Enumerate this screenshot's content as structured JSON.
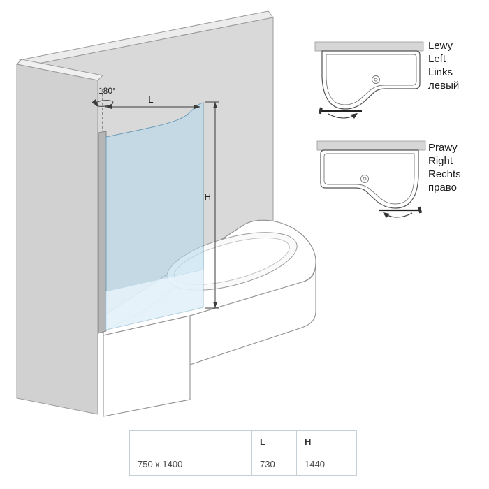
{
  "main_diagram": {
    "rotation_label": "180°",
    "width_label": "L",
    "height_label": "H"
  },
  "orientation_legend": {
    "left_variant": {
      "labels": [
        "Lewy",
        "Left",
        "Links",
        "левый"
      ]
    },
    "right_variant": {
      "labels": [
        "Prawy",
        "Right",
        "Rechts",
        "право"
      ]
    }
  },
  "dimensions_table": {
    "col_headers": [
      "",
      "L",
      "H"
    ],
    "rows": [
      {
        "size": "750 x 1400",
        "l": "730",
        "h": "1440"
      }
    ]
  },
  "colors": {
    "glass": "#b5d9ee",
    "glass_frost": "#e9f4fb",
    "wall": "#d9d9d9",
    "outline": "#8f8f8f",
    "dim_line": "#3c3c3c"
  }
}
